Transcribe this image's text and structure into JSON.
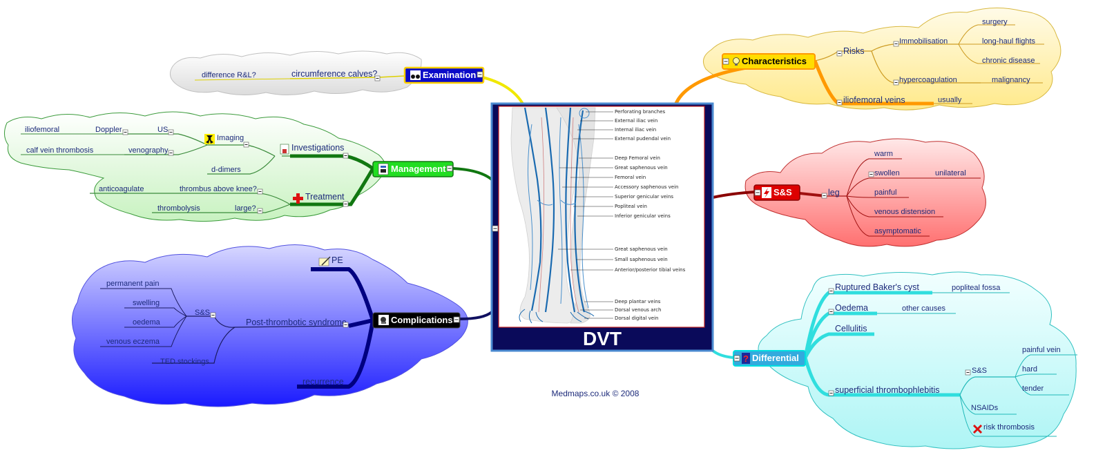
{
  "center": {
    "title": "DVT",
    "credit": "Medmaps.co.uk © 2008"
  },
  "vein_labels": [
    "Perforating branches",
    "External iliac vein",
    "Internal iliac vein",
    "External pudendal vein",
    "Deep Femoral vein",
    "Great saphenous vein",
    "Femoral vein",
    "Accessory saphenous vein",
    "Superior genicular veins",
    "Popliteal vein",
    "Inferior genicular veins",
    "Great saphenous vein",
    "Small saphenous vein",
    "Anterior/posterior tibial veins",
    "Deep plantar veins",
    "Dorsal venous arch",
    "Dorsal digital vein"
  ],
  "examination": {
    "label": "Examination",
    "items": [
      "circumference calves?",
      "difference R&L?"
    ],
    "color": "#0a0ac8"
  },
  "management": {
    "label": "Management",
    "color": "#22cc22",
    "investigations": "Investigations",
    "imaging": "Imaging",
    "us": "US",
    "doppler": "Doppler",
    "iliofemoral": "iliofemoral",
    "venography": "venography",
    "calf": "calf vein thrombosis",
    "ddimers": "d-dimers",
    "treatment": "Treatment",
    "above_knee": "thrombus above knee?",
    "anticoagulate": "anticoagulate",
    "large": "large?",
    "thrombolysis": "thrombolysis"
  },
  "complications": {
    "label": "Complications",
    "color": "#000000",
    "pe": "PE",
    "pts": "Post-thrombotic syndrome",
    "ss": "S&S",
    "ss_items": [
      "permanent pain",
      "swelling",
      "oedema",
      "venous eczema"
    ],
    "ted": "TED stockings",
    "recurrence": "recurrence"
  },
  "characteristics": {
    "label": "Characteristics",
    "color": "#ffcc00",
    "risks": "Risks",
    "immobilisation": "Immobilisation",
    "immob_items": [
      "surgery",
      "long-haul flights",
      "chronic disease"
    ],
    "hypercoag": "hypercoagulation",
    "malignancy": "malignancy",
    "iliofemoral": "iliofemoral veins",
    "usually": "usually"
  },
  "ss": {
    "label": "S&S",
    "color": "#dd0000",
    "leg": "leg",
    "items": [
      "warm",
      "swollen",
      "painful",
      "venous distension",
      "asymptomatic"
    ],
    "unilateral": "unilateral"
  },
  "differential": {
    "label": "Differential",
    "color": "#33aadd",
    "bakers": "Ruptured Baker's cyst",
    "popliteal": "popliteal fossa",
    "oedema": "Oedema",
    "other": "other causes",
    "cellulitis": "Cellulitis",
    "superficial": "superficial thrombophlebitis",
    "ss": "S&S",
    "ss_items": [
      "painful vein",
      "hard",
      "tender"
    ],
    "nsaids": "NSAIDs",
    "risk": "risk thrombosis"
  }
}
